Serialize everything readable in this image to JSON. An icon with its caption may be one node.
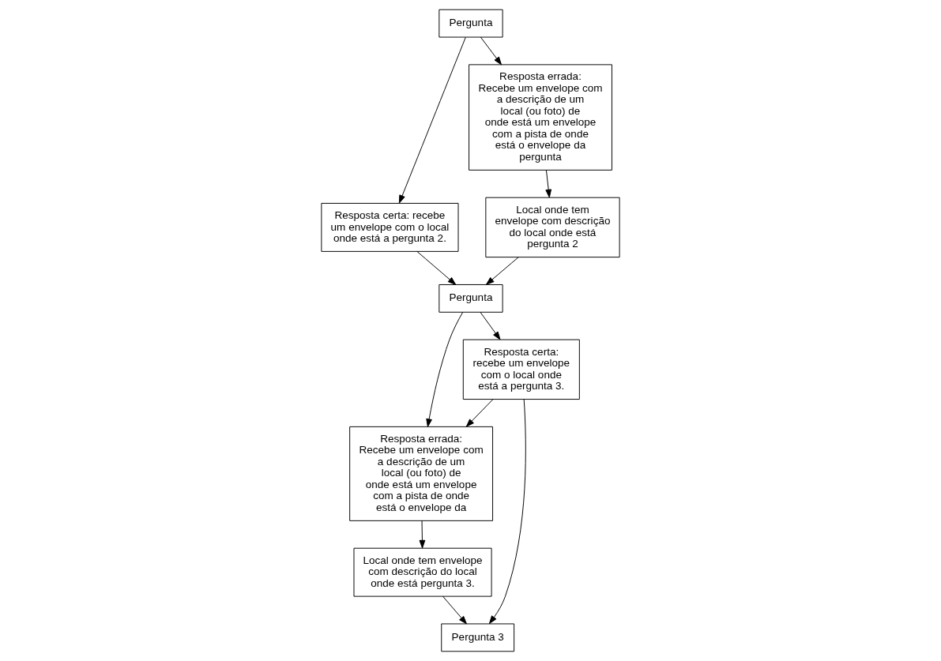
{
  "diagram": {
    "nodes": [
      {
        "text": [
          "Pergunta"
        ]
      },
      {
        "text": [
          "Resposta certa: recebe um envelope com o local onde está a pergunta 2."
        ]
      },
      {
        "text": [
          "Resposta errada: Recebe um envelope com a descrição de um local (ou foto) de onde está um envelope com a pista de onde está o envelope da pergunta"
        ]
      },
      {
        "text": [
          "Pergunta"
        ]
      },
      {
        "text": [
          "Local onde tem envelope com descrição do local onde está pergunta 2"
        ]
      },
      {
        "text": [
          "Resposta certa: recebe um envelope com o local onde está a pergunta 3."
        ]
      },
      {
        "text": [
          "Resposta errada: Recebe um envelope com a descrição de um local (ou foto) de onde está um envelope com a pista de onde está o envelope da"
        ]
      },
      {
        "text": [
          "Pergunta 3"
        ]
      },
      {
        "text": [
          "Local onde tem envelope com descrição do local onde está pergunta 3."
        ]
      }
    ],
    "edges": [
      {
        "from": 0,
        "to": 1,
        "arrow": "to"
      },
      {
        "from": 0,
        "to": 2,
        "arrow": "to"
      },
      {
        "from": 1,
        "to": 3,
        "arrow": "to"
      },
      {
        "from": 2,
        "to": 4,
        "arrow": "to"
      },
      {
        "from": 4,
        "to": 3,
        "arrow": "to"
      },
      {
        "from": 3,
        "to": 5,
        "arrow": "to"
      },
      {
        "from": 3,
        "to": 6,
        "arrow": "to"
      },
      {
        "from": 5,
        "to": 6,
        "arrow": "to"
      },
      {
        "from": 5,
        "to": 7,
        "arrow": "to"
      },
      {
        "from": 6,
        "to": 8,
        "arrow": "to"
      },
      {
        "from": 8,
        "to": 7,
        "arrow": "to"
      }
    ]
  }
}
